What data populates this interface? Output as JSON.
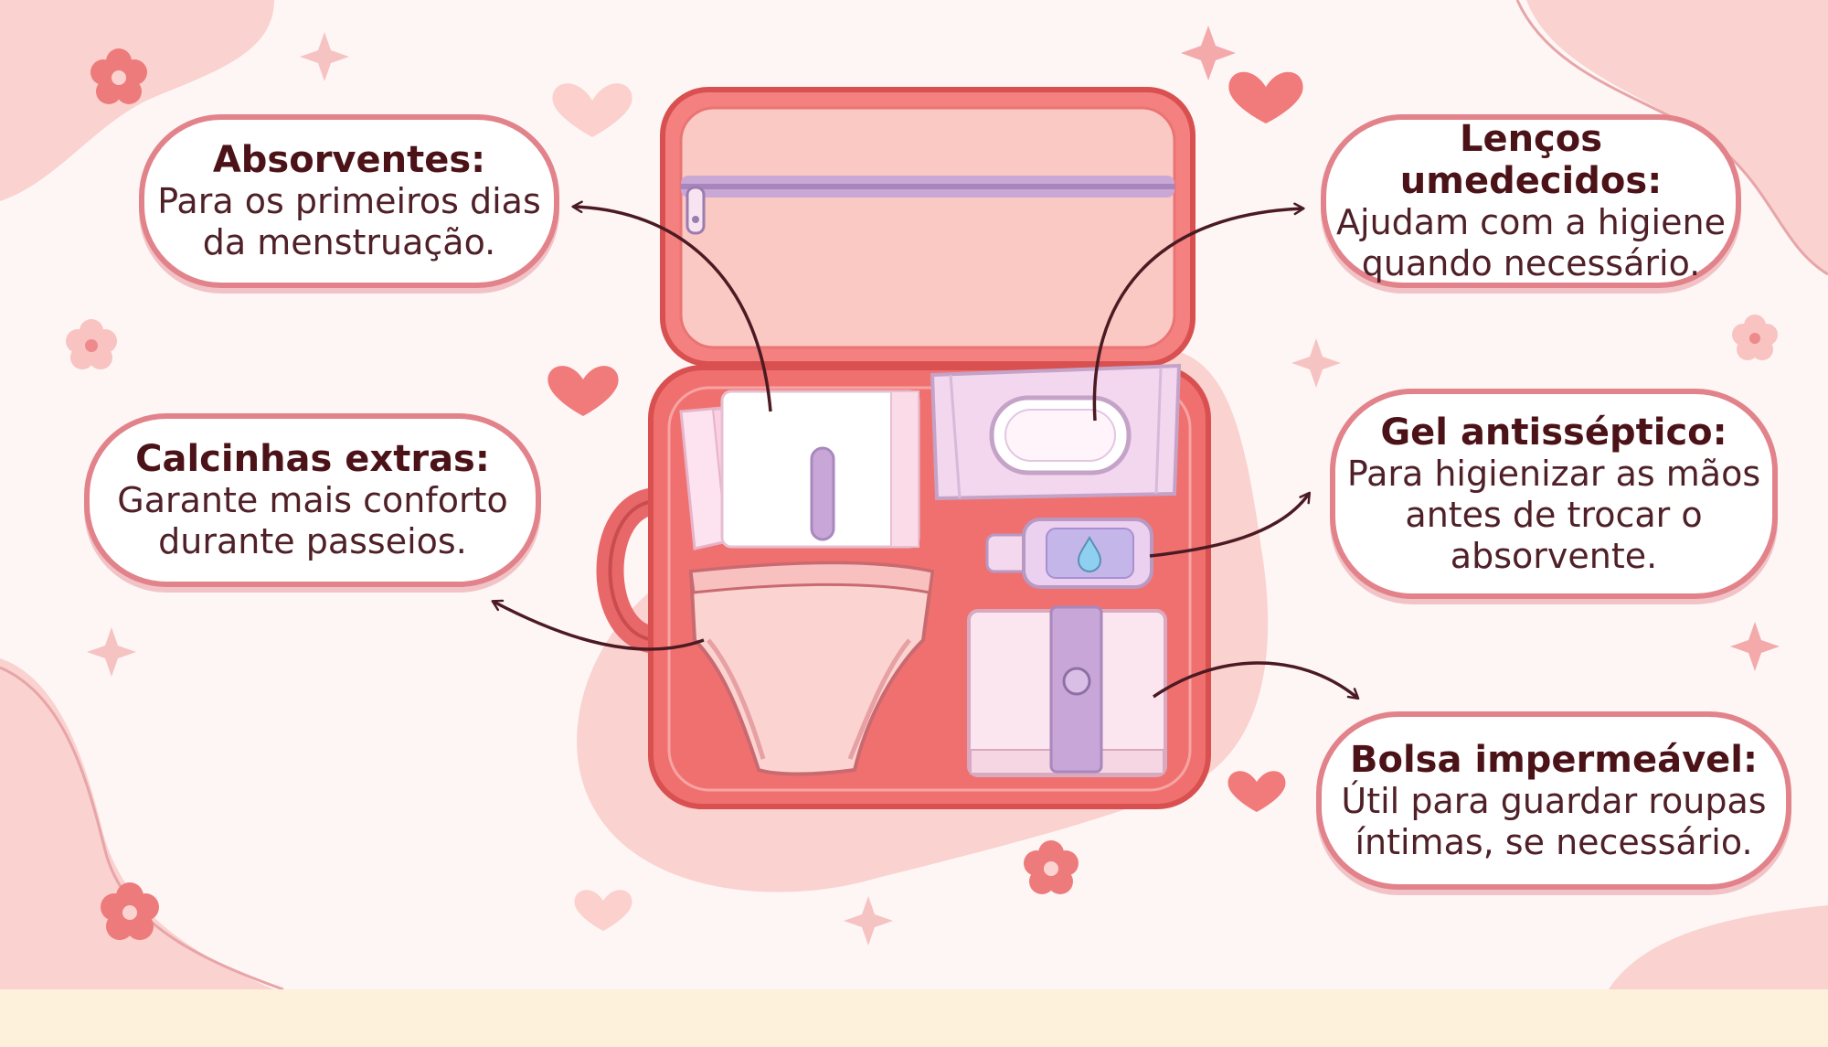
{
  "colors": {
    "background": "#fdf6f5",
    "bag": "#f0706f",
    "bag_outline": "#d8504f",
    "lid": "#fbc9c4",
    "callout_border": "#e2828a",
    "text": "#4b1218",
    "zipper": "#c9a8d6",
    "bottom_band": "#fdf1dc"
  },
  "callouts": [
    {
      "id": "absorventes",
      "icon": "sanitary-pad-icon",
      "title": "Absorventes:",
      "lines": [
        "Para os primeiros dias",
        "da menstruação."
      ]
    },
    {
      "id": "calcinhas",
      "icon": "underwear-icon",
      "title": "Calcinhas extras:",
      "lines": [
        "Garante mais conforto",
        "durante passeios."
      ]
    },
    {
      "id": "lencos",
      "icon": "wet-wipes-icon",
      "title": "Lenços umedecidos:",
      "lines": [
        "Ajudam com a higiene",
        "quando necessário."
      ]
    },
    {
      "id": "gel",
      "icon": "sanitizer-bottle-icon",
      "title": "Gel antisséptico:",
      "lines": [
        "Para higienizar as mãos",
        "antes de trocar o",
        "absorvente."
      ]
    },
    {
      "id": "bolsa",
      "icon": "waterproof-pouch-icon",
      "title": "Bolsa impermeável:",
      "lines": [
        "Útil para guardar roupas",
        "íntimas, se necessário."
      ]
    }
  ]
}
